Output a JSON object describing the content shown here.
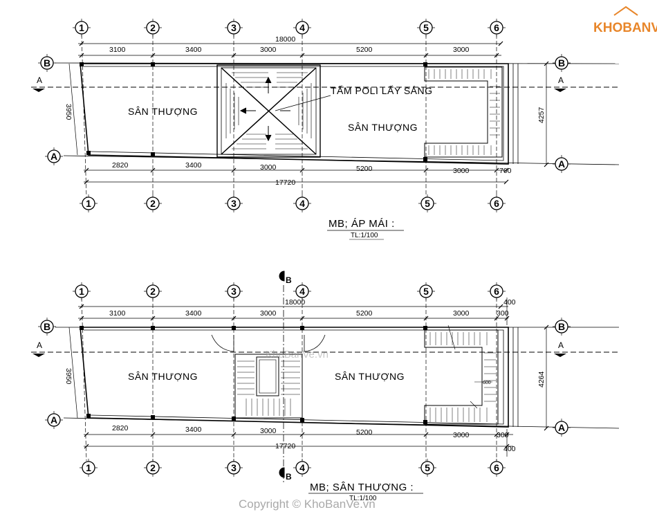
{
  "brand": {
    "logo_text": "KHOBANVE",
    "watermark": "KhoBanVe.vn",
    "copyright": "Copyright © KhoBanVe.vn"
  },
  "axes": {
    "numbers": [
      "1",
      "2",
      "3",
      "4",
      "5",
      "6"
    ],
    "letters": [
      "A",
      "B"
    ]
  },
  "plan_top": {
    "title": "MB; ÁP MÁI :",
    "scale": "TL:1/100",
    "overall_top": "18000",
    "overall_bottom": "17720",
    "top_dims": [
      "3100",
      "3400",
      "3000",
      "5200",
      "3000"
    ],
    "bottom_dims": [
      "2820",
      "3400",
      "3000",
      "5200",
      "3000",
      "700"
    ],
    "left_dim": "3950",
    "right_dim": "4257",
    "room_left": "SÂN THƯỢNG",
    "room_right": "SÂN THƯỢNG",
    "skylight_label": "TẤM POLI LẤY SÁNG"
  },
  "plan_bottom": {
    "title": "MB; SÂN THƯỢNG :",
    "scale": "TL:1/100",
    "overall_top": "18000",
    "overall_bottom": "17720",
    "top_dims": [
      "3100",
      "3400",
      "3000",
      "5200",
      "3000",
      "300"
    ],
    "top_extra": "400",
    "bottom_dims": [
      "2820",
      "3400",
      "3000",
      "5200",
      "3000",
      "300"
    ],
    "bottom_extra": "400",
    "left_dim": "3950",
    "right_dim": "4264",
    "room_left": "SÂN THƯỢNG",
    "room_right": "SÂN THƯỢNG",
    "section_mark": "B",
    "stair_dim": "600"
  }
}
